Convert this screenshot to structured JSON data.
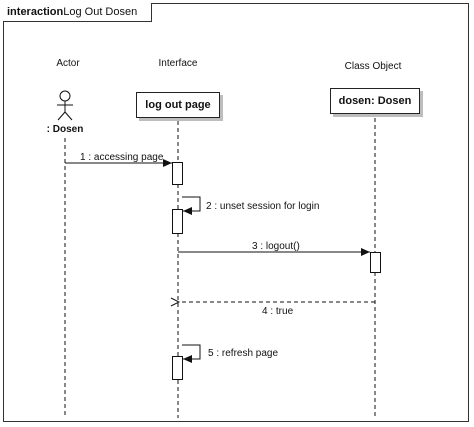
{
  "frame": {
    "keyword": "interaction",
    "name": "Log Out Dosen"
  },
  "participants": [
    {
      "column_label": "Actor",
      "name": ": Dosen",
      "kind": "actor"
    },
    {
      "column_label": "Interface",
      "name": "log out page",
      "kind": "object"
    },
    {
      "column_label": "Class Object",
      "name": "dosen: Dosen",
      "kind": "object"
    }
  ],
  "messages": [
    {
      "label": "1 : accessing page",
      "from": "Actor",
      "to": "Interface",
      "type": "synchronous"
    },
    {
      "label": "2 : unset session for login",
      "from": "Interface",
      "to": "Interface",
      "type": "self"
    },
    {
      "label": "3 : logout()",
      "from": "Interface",
      "to": "Class Object",
      "type": "synchronous"
    },
    {
      "label": "4 : true",
      "from": "Class Object",
      "to": "Interface",
      "type": "return"
    },
    {
      "label": "5 : refresh page",
      "from": "Interface",
      "to": "Interface",
      "type": "self"
    }
  ]
}
